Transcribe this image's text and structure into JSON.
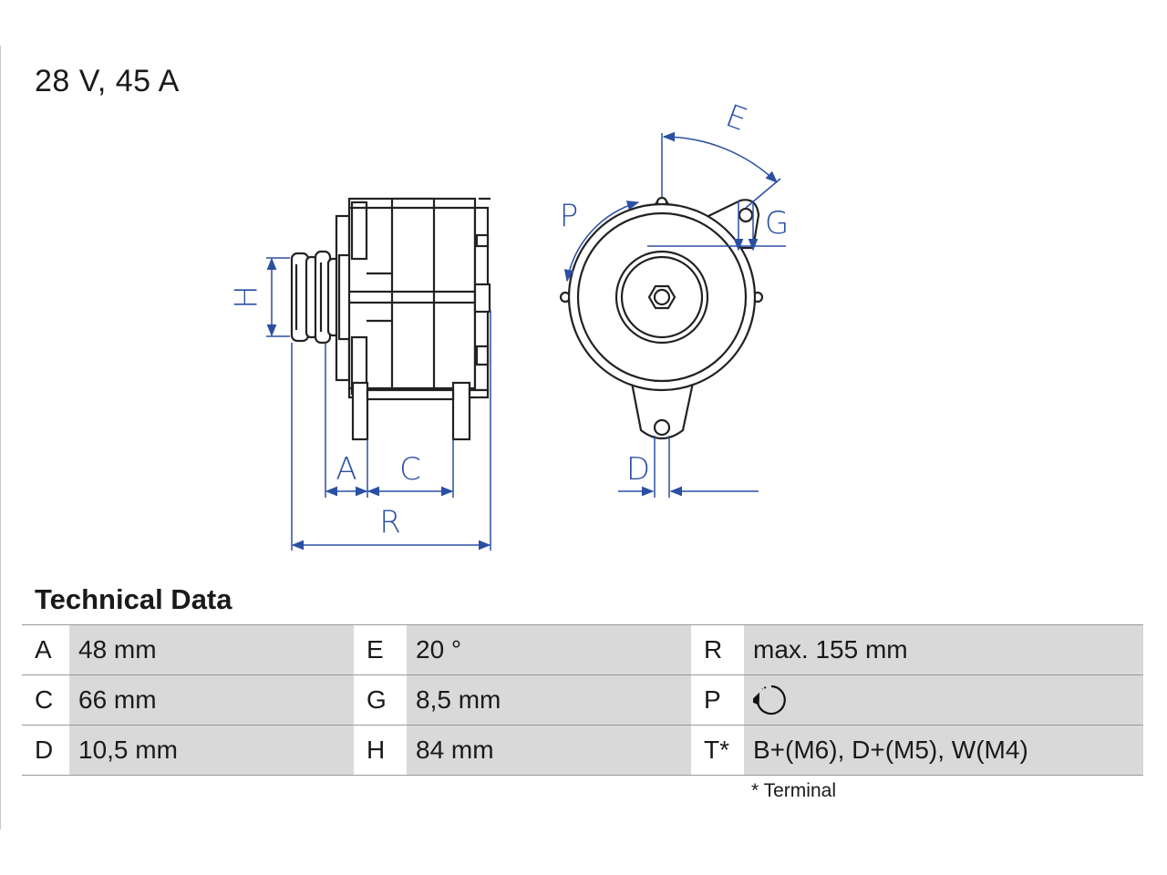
{
  "page": {
    "title": "28 V, 45 A"
  },
  "diagram": {
    "labels": {
      "A": "A",
      "C": "C",
      "R": "R",
      "H": "H",
      "P": "P",
      "E": "E",
      "G": "G",
      "D": "D"
    },
    "colors": {
      "dimension": "#2b4fa3",
      "outline": "#222222"
    }
  },
  "technical_data": {
    "title": "Technical Data",
    "rows": [
      [
        {
          "key": "A",
          "value": "48 mm"
        },
        {
          "key": "E",
          "value": "20 °"
        },
        {
          "key": "R",
          "value": "max. 155 mm"
        }
      ],
      [
        {
          "key": "C",
          "value": "66 mm"
        },
        {
          "key": "G",
          "value": "8,5 mm"
        },
        {
          "key": "P",
          "value": "",
          "icon": "rotation-arrow-icon"
        }
      ],
      [
        {
          "key": "D",
          "value": "10,5 mm"
        },
        {
          "key": "H",
          "value": "84 mm"
        },
        {
          "key": "T*",
          "value": "B+(M6), D+(M5), W(M4)"
        }
      ]
    ],
    "footnote": "* Terminal"
  }
}
